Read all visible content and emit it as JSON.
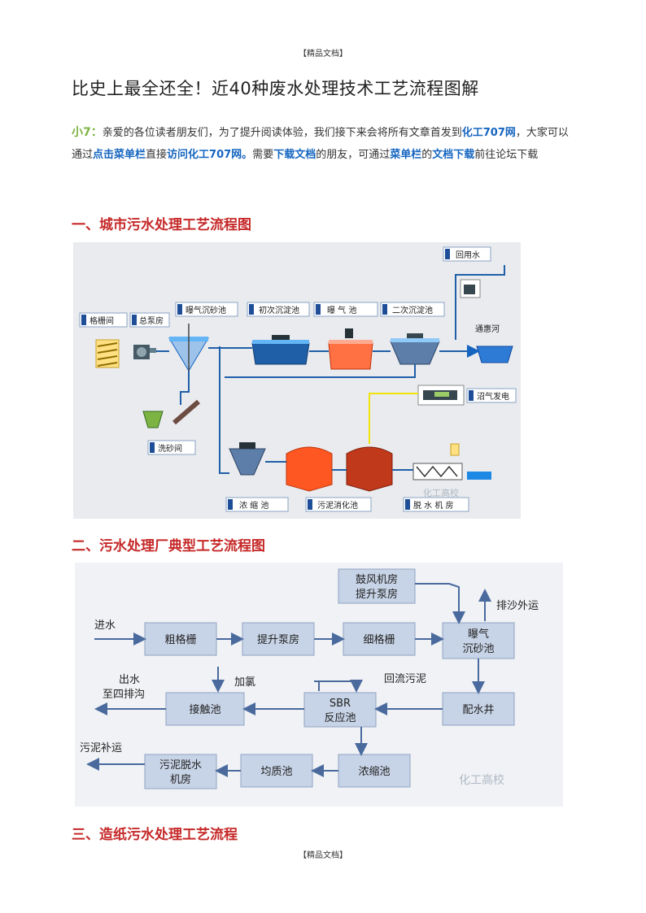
{
  "header": "【精品文档】",
  "footer": "【精品文档】",
  "title": "比史上最全还全！近40种废水处理技术工艺流程图解",
  "intro": {
    "lead": "小7：",
    "t1": "亲爱的各位读者朋友们，为了提升阅读体验，我们接下来会将所有文章首发到",
    "h1": "化工707网",
    "t2": "，大家可以通过",
    "h2": "点击菜单栏",
    "t3": "直接",
    "h3": "访问化工707网。",
    "t4": "需要",
    "h4": "下载文档",
    "t5": "的朋友，可通过",
    "h5": "菜单栏",
    "t6": "的",
    "h6": "文档下载",
    "t7": "前往论坛下载"
  },
  "sections": [
    {
      "heading": "一、城市污水处理工艺流程图"
    },
    {
      "heading": "二、污水处理厂典型工艺流程图"
    },
    {
      "heading": "三、造纸污水处理工艺流程"
    }
  ],
  "diagram1": {
    "labels": {
      "reuse": "回用水",
      "screen_room": "格栅间",
      "pump_room": "总泵房",
      "grit_chamber": "曝气沉砂池",
      "primary": "初次沉淀池",
      "aeration": "曝 气 池",
      "secondary": "二次沉淀池",
      "river": "通惠河",
      "biogas": "沼气发电",
      "sand_wash": "洗砂间",
      "thickener": "浓 缩 池",
      "digester": "污泥消化池",
      "dewater": "脱 水 机 房"
    },
    "watermark": "化工高校"
  },
  "diagram2": {
    "nodes": {
      "blower": "鼓风机房",
      "lift_pump2": "提升泵房",
      "coarse": "粗格栅",
      "lift": "提升泵房",
      "fine": "细格栅",
      "grit1": "曝气",
      "grit2": "沉砂池",
      "contact": "接触池",
      "sbr1": "SBR",
      "sbr2": "反应池",
      "distribution": "配水井",
      "dewater1": "污泥脱水",
      "dewater2": "机房",
      "equalize": "均质池",
      "thicken": "浓缩池"
    },
    "labels": {
      "inflow": "进水",
      "sand_out": "排沙外运",
      "outflow1": "出水",
      "outflow2": "至四排沟",
      "chlorine": "加氯",
      "return_sludge": "回流污泥",
      "sludge_out": "污泥补运"
    },
    "watermark": "化工高校"
  }
}
